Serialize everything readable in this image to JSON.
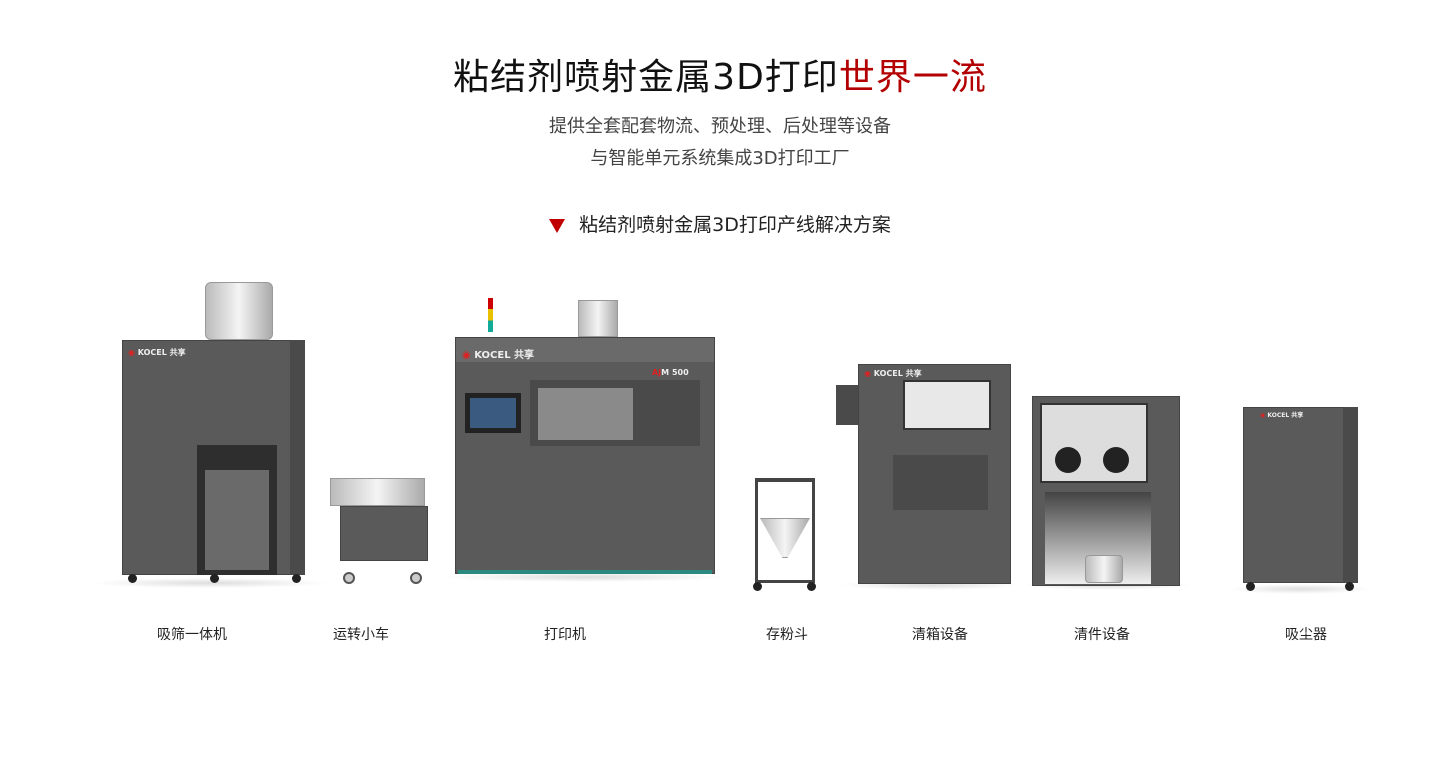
{
  "header": {
    "title_main": "粘结剂喷射金属3D打印",
    "title_accent": "世界一流",
    "subtitle_line1": "提供全套配套物流、预处理、后处理等设备",
    "subtitle_line2": "与智能单元系统集成3D打印工厂"
  },
  "section": {
    "title": "粘结剂喷射金属3D打印产线解决方案",
    "marker_color": "#c00000"
  },
  "colors": {
    "accent": "#b30000",
    "machine": "#5a5a5a"
  },
  "brand": {
    "logo": "KOCEL 共享",
    "model_prefix": "AJ",
    "model": "M",
    "model_suffix": "500"
  },
  "products": [
    {
      "label": "吸筛一体机"
    },
    {
      "label": "运转小车"
    },
    {
      "label": "打印机"
    },
    {
      "label": "存粉斗"
    },
    {
      "label": "清箱设备"
    },
    {
      "label": "清件设备"
    },
    {
      "label": "吸尘器"
    }
  ]
}
